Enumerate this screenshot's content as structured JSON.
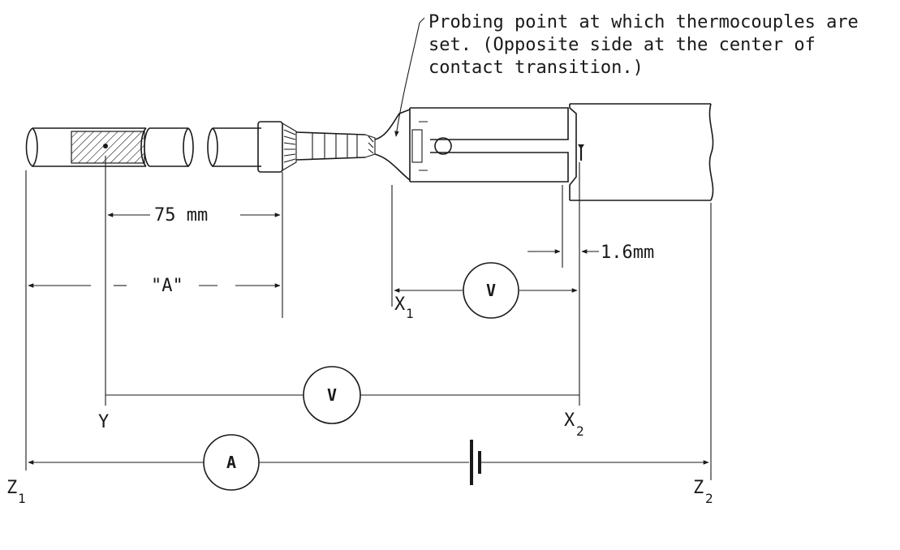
{
  "note": {
    "line1": "Probing point at which thermocouples are",
    "line2": "set.  (Opposite side at the center of",
    "line3": "contact transition.)"
  },
  "dimensions": {
    "span_75": "75 mm",
    "span_a": "\"A\"",
    "gap": "1.6mm"
  },
  "points": {
    "x1": {
      "letter": "X",
      "sub": "1"
    },
    "x2": {
      "letter": "X",
      "sub": "2"
    },
    "y": {
      "letter": "Y"
    },
    "z1": {
      "letter": "Z",
      "sub": "1"
    },
    "z2": {
      "letter": "Z",
      "sub": "2"
    }
  },
  "meters": {
    "voltmeter_contact": "V",
    "voltmeter_total": "V",
    "ammeter": "A"
  }
}
